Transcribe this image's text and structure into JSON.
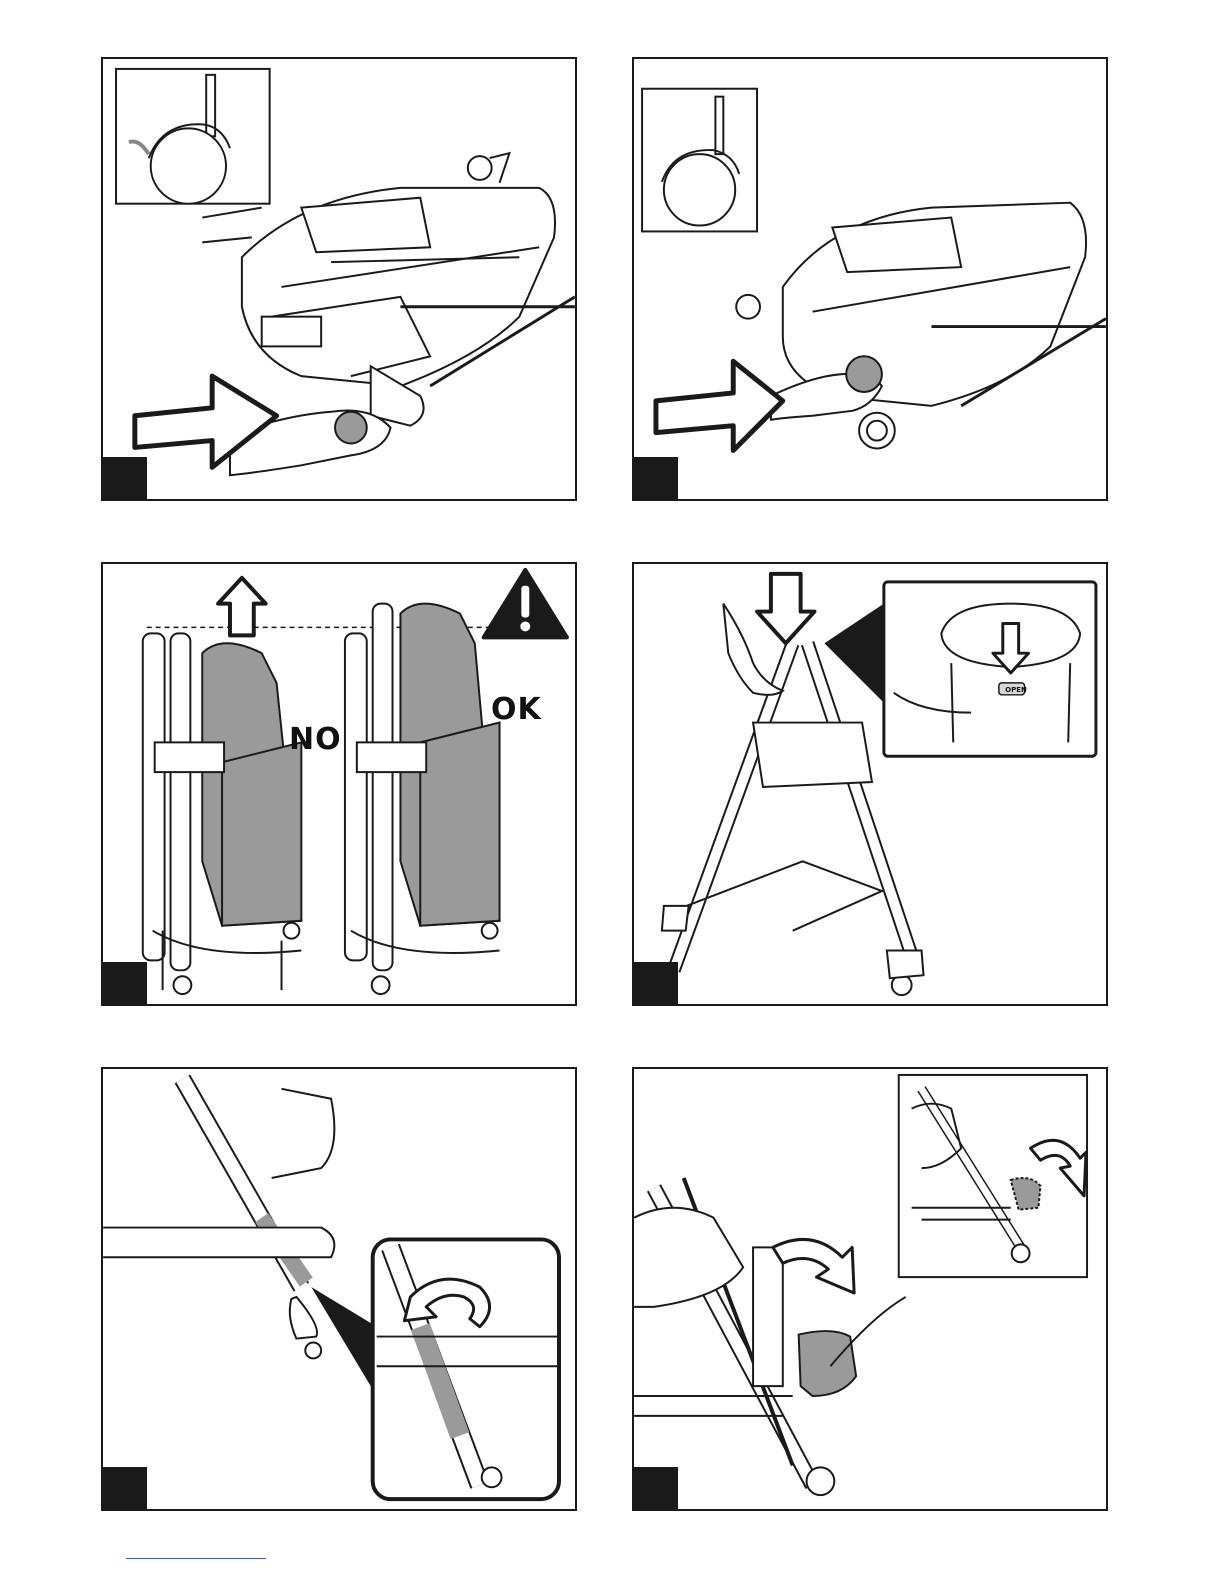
{
  "panels": [
    {
      "id": "p1",
      "position": "top-left",
      "description_icon": "caster-wheel-removal"
    },
    {
      "id": "p2",
      "position": "top-right",
      "description_icon": "caster-wheel-insertion"
    },
    {
      "id": "p3",
      "position": "middle-left",
      "labels": {
        "no": "NO",
        "ok": "OK"
      }
    },
    {
      "id": "p4",
      "position": "middle-right",
      "labels": {
        "open": "OPEN"
      }
    },
    {
      "id": "p5",
      "position": "bottom-left"
    },
    {
      "id": "p6",
      "position": "bottom-right"
    }
  ],
  "colors": {
    "ink": "#1a1a1a",
    "shade": "#9a9a9a",
    "light": "#d8d8d8",
    "link": "#3b59c9"
  }
}
